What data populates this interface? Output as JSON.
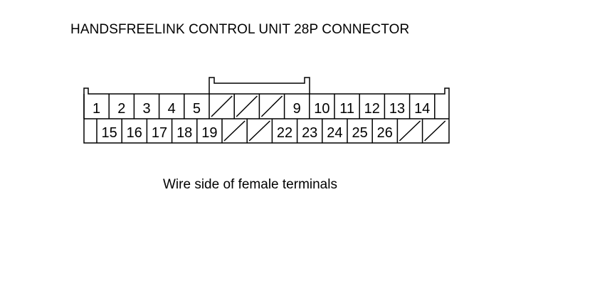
{
  "title": "HANDSFREELINK CONTROL UNIT 28P CONNECTOR",
  "caption": "Wire side of female terminals",
  "connector": {
    "top_row": [
      {
        "label": "1",
        "used": true
      },
      {
        "label": "2",
        "used": true
      },
      {
        "label": "3",
        "used": true
      },
      {
        "label": "4",
        "used": true
      },
      {
        "label": "5",
        "used": true
      },
      {
        "label": "",
        "used": false
      },
      {
        "label": "",
        "used": false
      },
      {
        "label": "",
        "used": false
      },
      {
        "label": "9",
        "used": true
      },
      {
        "label": "10",
        "used": true
      },
      {
        "label": "11",
        "used": true
      },
      {
        "label": "12",
        "used": true
      },
      {
        "label": "13",
        "used": true
      },
      {
        "label": "14",
        "used": true
      }
    ],
    "bottom_row": [
      {
        "label": "15",
        "used": true
      },
      {
        "label": "16",
        "used": true
      },
      {
        "label": "17",
        "used": true
      },
      {
        "label": "18",
        "used": true
      },
      {
        "label": "19",
        "used": true
      },
      {
        "label": "",
        "used": false
      },
      {
        "label": "",
        "used": false
      },
      {
        "label": "22",
        "used": true
      },
      {
        "label": "23",
        "used": true
      },
      {
        "label": "24",
        "used": true
      },
      {
        "label": "25",
        "used": true
      },
      {
        "label": "26",
        "used": true
      },
      {
        "label": "",
        "used": false
      },
      {
        "label": "",
        "used": false
      }
    ]
  }
}
